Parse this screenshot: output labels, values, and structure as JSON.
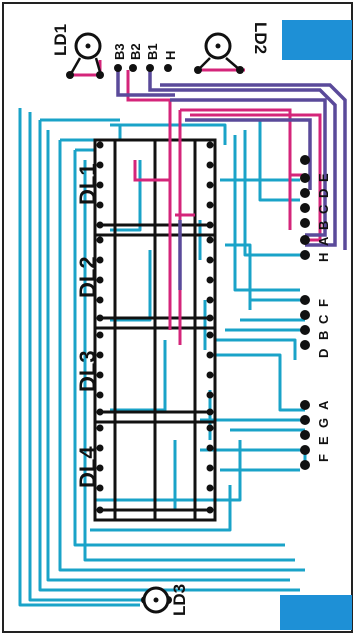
{
  "colors": {
    "trace_cyan": "#1aa3c8",
    "trace_magenta": "#d4257a",
    "trace_purple": "#5a4a9a",
    "trace_black": "#111111",
    "corner_block": "#1e90d6",
    "border": "#222222"
  },
  "displays": [
    {
      "label": "DL1"
    },
    {
      "label": "DL2"
    },
    {
      "label": "DL3"
    },
    {
      "label": "DL4"
    }
  ],
  "leds": [
    {
      "label": "LD1"
    },
    {
      "label": "LD2"
    },
    {
      "label": "LD3"
    }
  ],
  "top_pins": [
    {
      "label": "B3"
    },
    {
      "label": "B2"
    },
    {
      "label": "B1"
    },
    {
      "label": "H"
    }
  ],
  "right_connector": {
    "group1": [
      "H",
      "A",
      "B",
      "C",
      "D",
      "E"
    ],
    "group2": [
      "F",
      "C",
      "B",
      "D"
    ],
    "group3": [
      "A",
      "G",
      "E",
      "F"
    ]
  }
}
